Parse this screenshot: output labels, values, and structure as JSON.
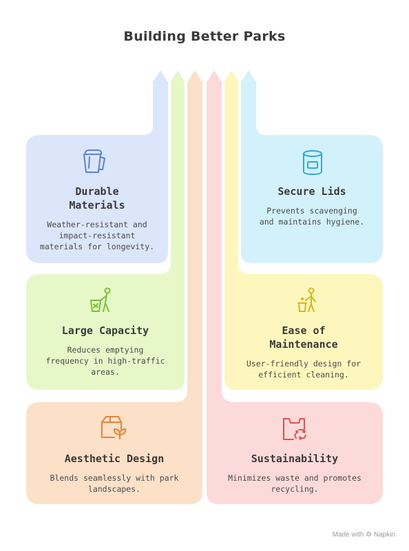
{
  "title": "Building Better Parks",
  "colors": {
    "durable": "#dbe6fb",
    "capacity": "#e6f8c8",
    "aesthetic": "#fde0c8",
    "lids": "#d3f1fb",
    "maintenance": "#fdf6bd",
    "sustainability": "#fddada",
    "durable_icon": "#5b82d9",
    "capacity_icon": "#7bbf33",
    "aesthetic_icon": "#e8843a",
    "lids_icon": "#2ea8d6",
    "maintenance_icon": "#d4b61e",
    "sustainability_icon": "#e25252"
  },
  "cards": {
    "durable": {
      "title": "Durable\nMaterials",
      "description": "Weather-resistant and\nimpact-resistant\nmaterials for longevity.",
      "icon": "trash-bin-icon"
    },
    "capacity": {
      "title": "Large Capacity",
      "description": "Reduces emptying\nfrequency in high-traffic\nareas.",
      "icon": "person-with-bin-icon"
    },
    "aesthetic": {
      "title": "Aesthetic Design",
      "description": "Blends seamlessly with park\nlandscapes.",
      "icon": "box-with-sprout-icon"
    },
    "lids": {
      "title": "Secure Lids",
      "description": "Prevents scavenging\nand maintains hygiene.",
      "icon": "lidded-canister-icon"
    },
    "maintenance": {
      "title": "Ease of\nMaintenance",
      "description": "User-friendly design for\nefficient cleaning.",
      "icon": "person-disposing-icon"
    },
    "sustainability": {
      "title": "Sustainability",
      "description": "Minimizes waste and promotes\nrecycling.",
      "icon": "recycling-bag-icon"
    }
  },
  "footer": "Made with ⚙ Napkin"
}
